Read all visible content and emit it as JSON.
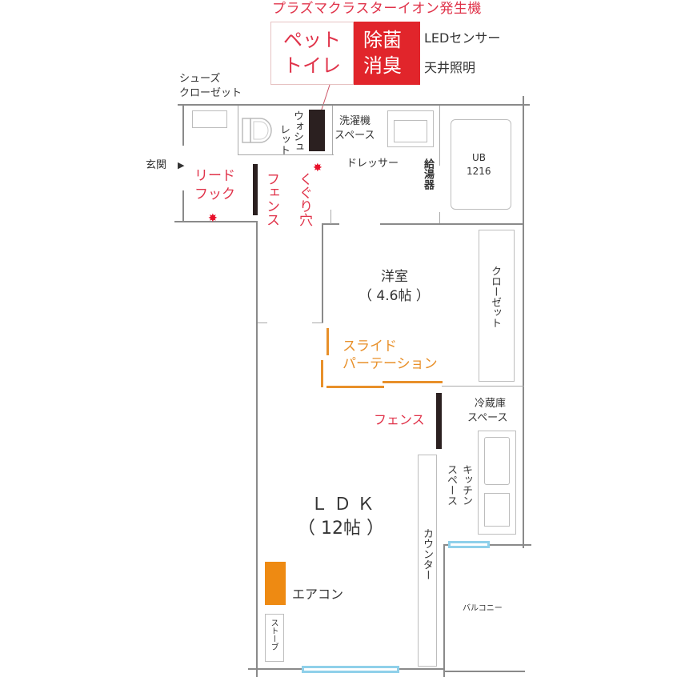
{
  "callout": {
    "title": "プラズマクラスターイオン発生機",
    "pet_toilet": [
      "ペット",
      "トイレ"
    ],
    "sterilize": [
      "除菌",
      "消臭"
    ],
    "features": [
      "LEDセンサー",
      "天井照明"
    ]
  },
  "rooms": {
    "shoe_closet": [
      "シューズ",
      "クローゼット"
    ],
    "entrance": "玄関",
    "entrance_arrow": "▶",
    "washlet": [
      "ウォシュ",
      "レット"
    ],
    "washing_machine": [
      "洗濯機",
      "スペース"
    ],
    "dresser": "ドレッサー",
    "water_heater": "給湯器",
    "unit_bath": [
      "UB",
      "1216"
    ],
    "western_room": [
      "洋室",
      "（ 4.6帖 ）"
    ],
    "closet": "クローゼット",
    "fridge_space": [
      "冷蔵庫",
      "スペース"
    ],
    "kitchen_space": [
      "キッチン",
      "スペース"
    ],
    "ldk": [
      "Ｌ Ｄ Ｋ",
      "（ 12帖 ）"
    ],
    "counter": "カウンター",
    "aircon": "エアコン",
    "stove": "ストーブ",
    "balcony": "バルコニー"
  },
  "pet_features": {
    "lead_hook": [
      "リード",
      "フック"
    ],
    "fence_entry": "フェンス",
    "cat_door": "くぐり穴",
    "slide_partition": [
      "スライド",
      "パーテーション"
    ],
    "fence_kitchen": "フェンス"
  },
  "colors": {
    "red_accent": "#e0334a",
    "red_box": "#e1252b",
    "orange": "#e8902a",
    "window": "#8fd0ea",
    "wall": "#8a8a8a",
    "fence": "#2b2020",
    "aircon": "#ee8a12"
  }
}
